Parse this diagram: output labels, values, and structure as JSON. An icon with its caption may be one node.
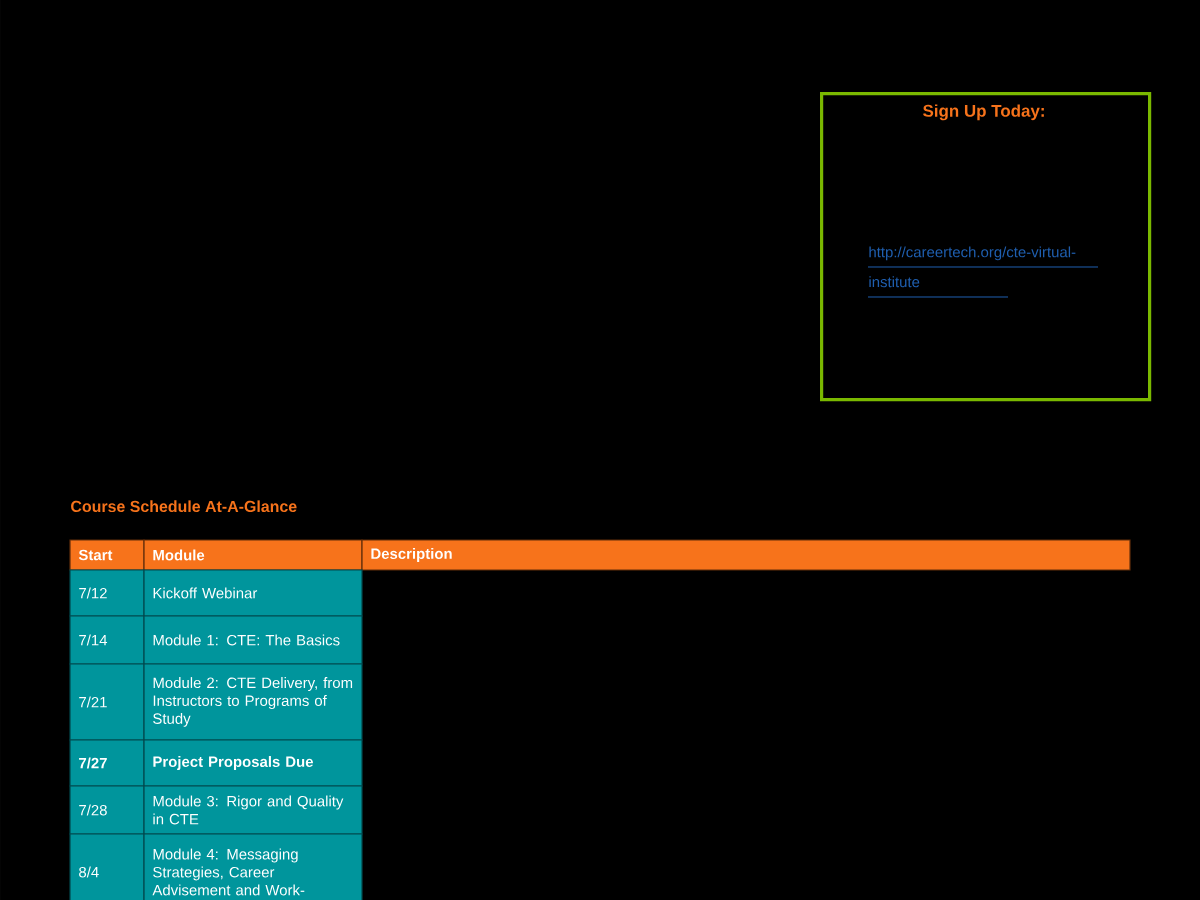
{
  "diagram": {
    "nodes": [
      {
        "text": [
          "Sign Up Today:",
          "http://careertech.org/cte-virtual-institute"
        ]
      }
    ],
    "labels": [
      "Course Schedule At-A-Glance",
      "Start",
      "Module",
      "Description",
      "7/12",
      "Kickoff Webinar",
      "7/14",
      "Module 1: CTE: The Basics",
      "7/21",
      "Module 2: CTE Delivery, from Instructors to Programs of Study",
      "7/27",
      "Project Proposals Due",
      "7/28",
      "Module 3: Rigor and Quality in CTE",
      "8/4",
      "Module 4: Messaging Strategies, Career Advisement and Work-"
    ]
  }
}
